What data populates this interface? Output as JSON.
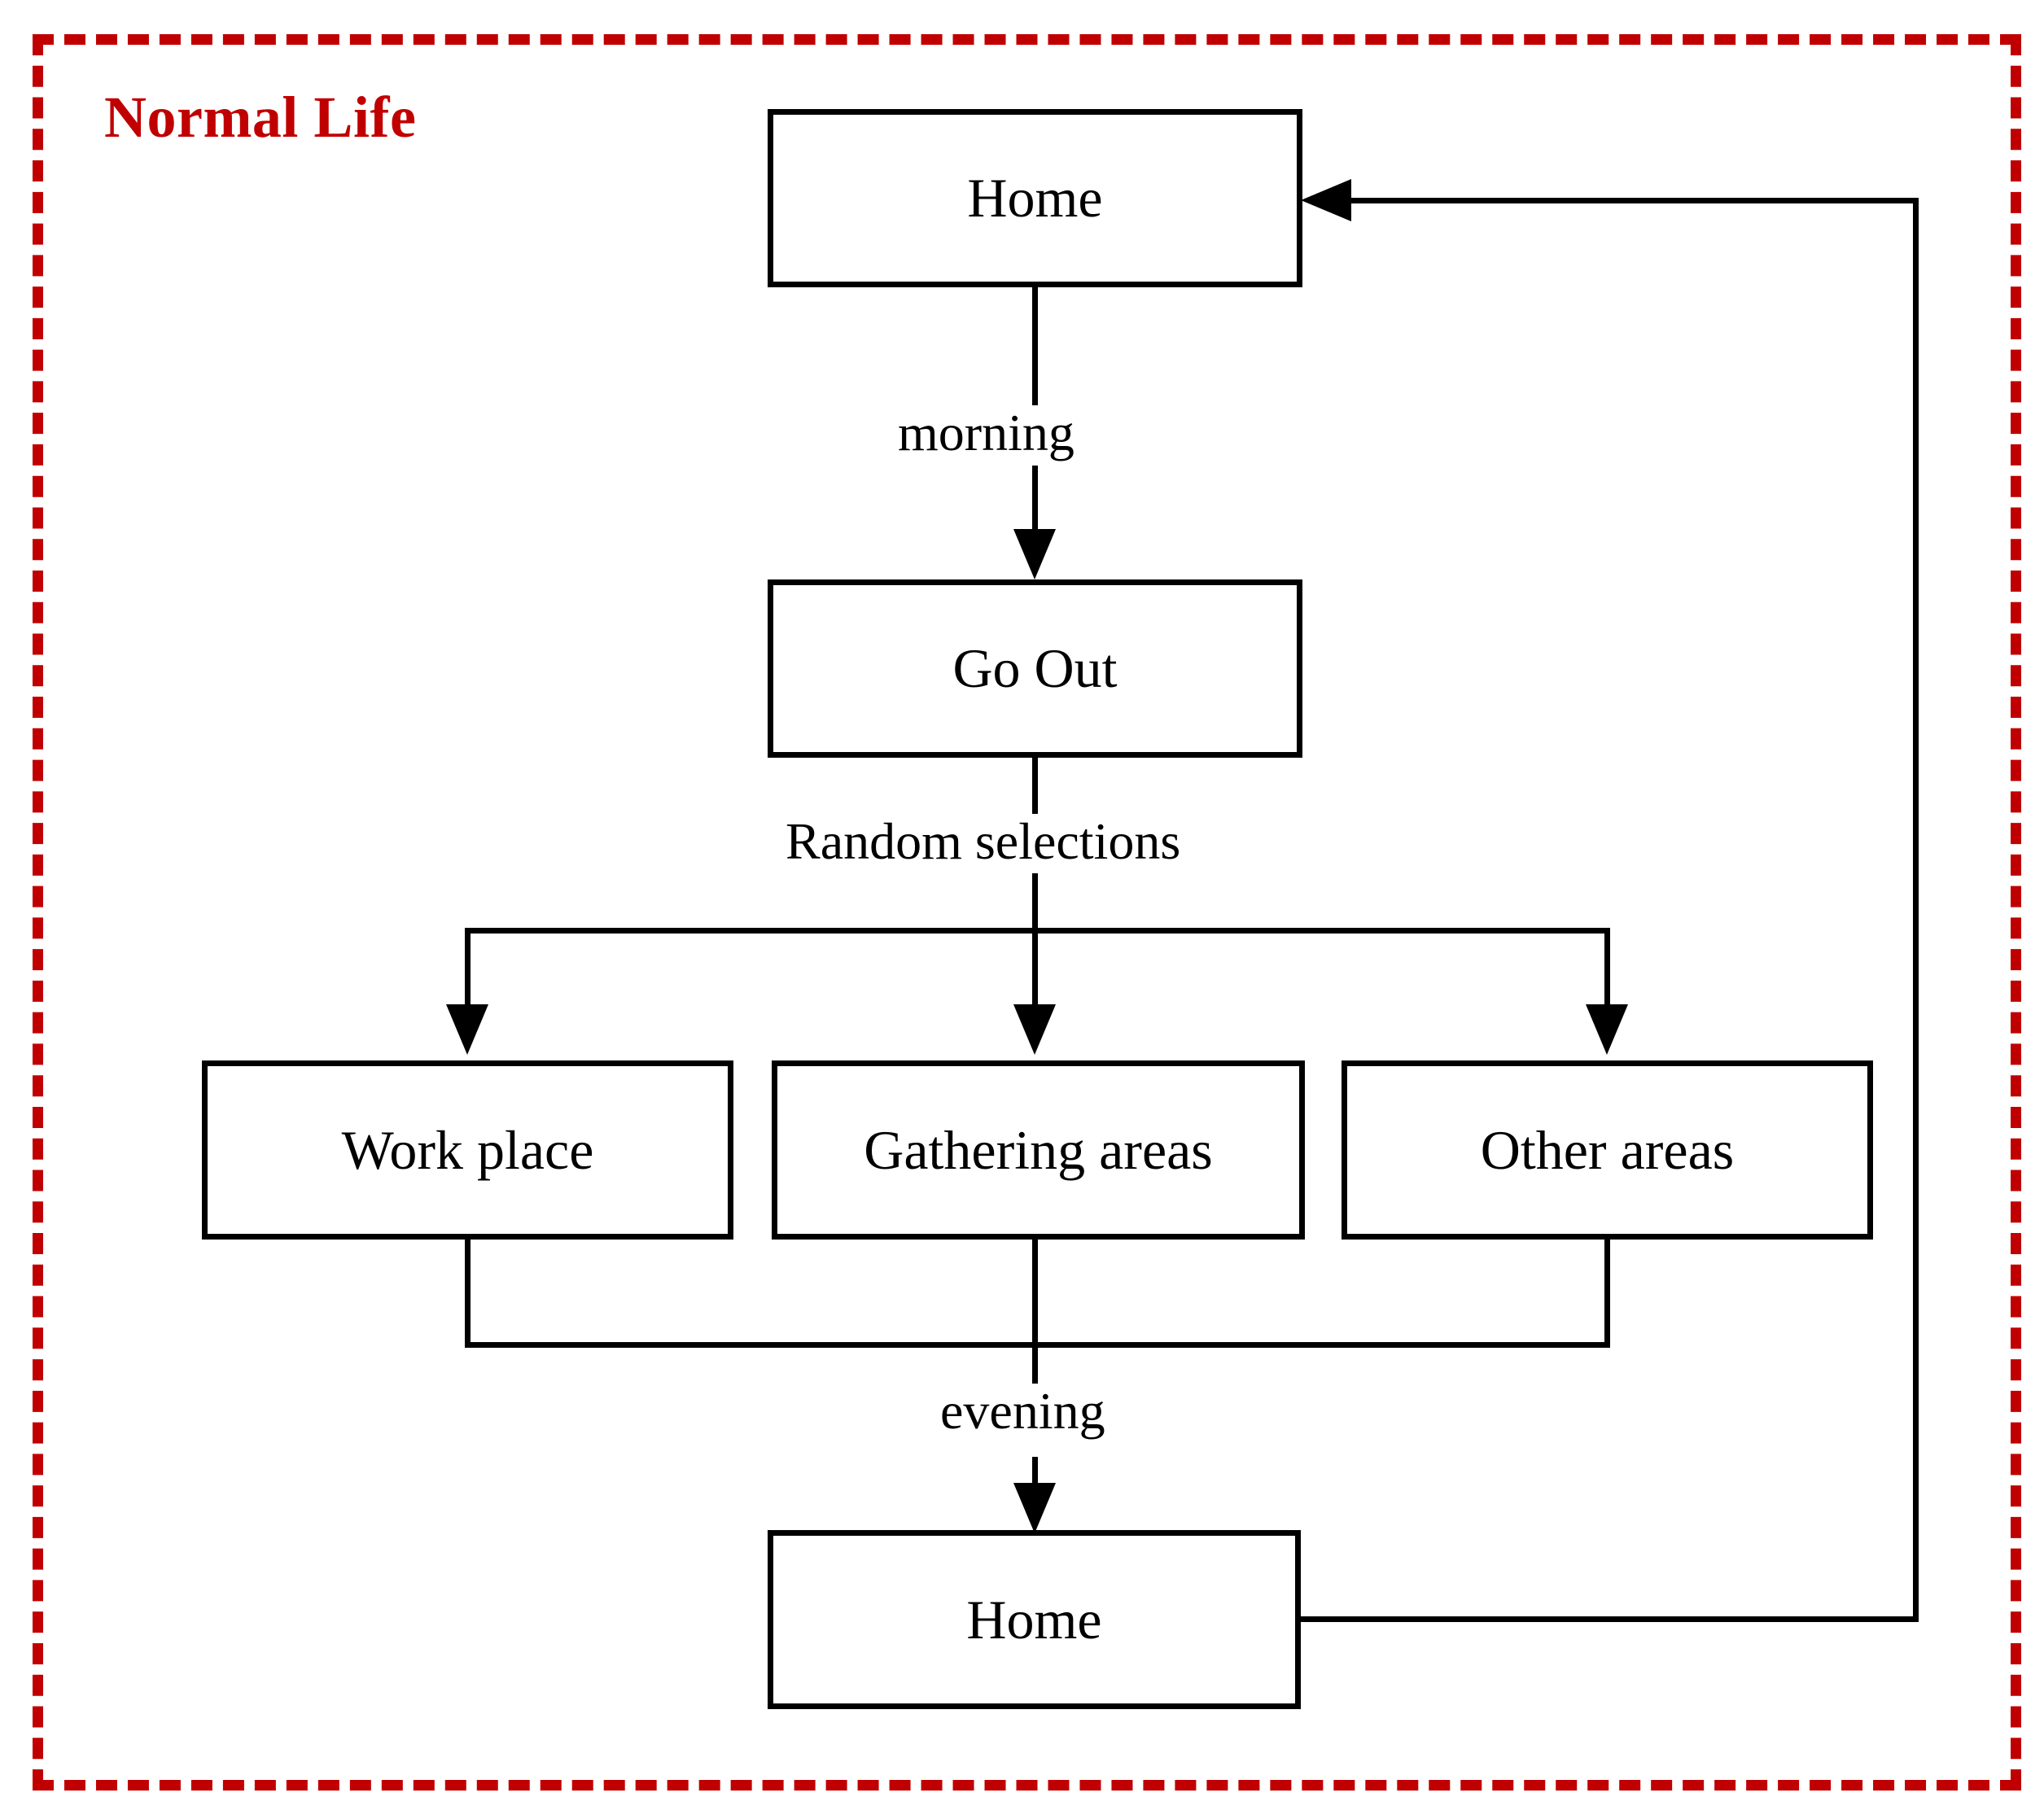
{
  "diagram": {
    "title": "Normal Life",
    "title_color": "#C00000",
    "border_style": "dashed",
    "type": "flowchart",
    "nodes": [
      {
        "id": "home-top",
        "label": "Home"
      },
      {
        "id": "go-out",
        "label": "Go Out"
      },
      {
        "id": "work-place",
        "label": "Work place"
      },
      {
        "id": "gathering",
        "label": "Gathering areas"
      },
      {
        "id": "other-areas",
        "label": "Other areas"
      },
      {
        "id": "home-bottom",
        "label": "Home"
      }
    ],
    "edges": [
      {
        "from": "home-top",
        "to": "go-out",
        "label": "morning"
      },
      {
        "from": "go-out",
        "to": "work-place",
        "label": "Random selections"
      },
      {
        "from": "go-out",
        "to": "gathering",
        "label": "Random selections"
      },
      {
        "from": "go-out",
        "to": "other-areas",
        "label": "Random selections"
      },
      {
        "from": "work-place",
        "to": "home-bottom",
        "label": "evening"
      },
      {
        "from": "gathering",
        "to": "home-bottom",
        "label": "evening"
      },
      {
        "from": "other-areas",
        "to": "home-bottom",
        "label": "evening"
      },
      {
        "from": "home-bottom",
        "to": "home-top",
        "label": ""
      }
    ],
    "labels": {
      "morning": "morning",
      "random_selections": "Random selections",
      "evening": "evening"
    }
  }
}
